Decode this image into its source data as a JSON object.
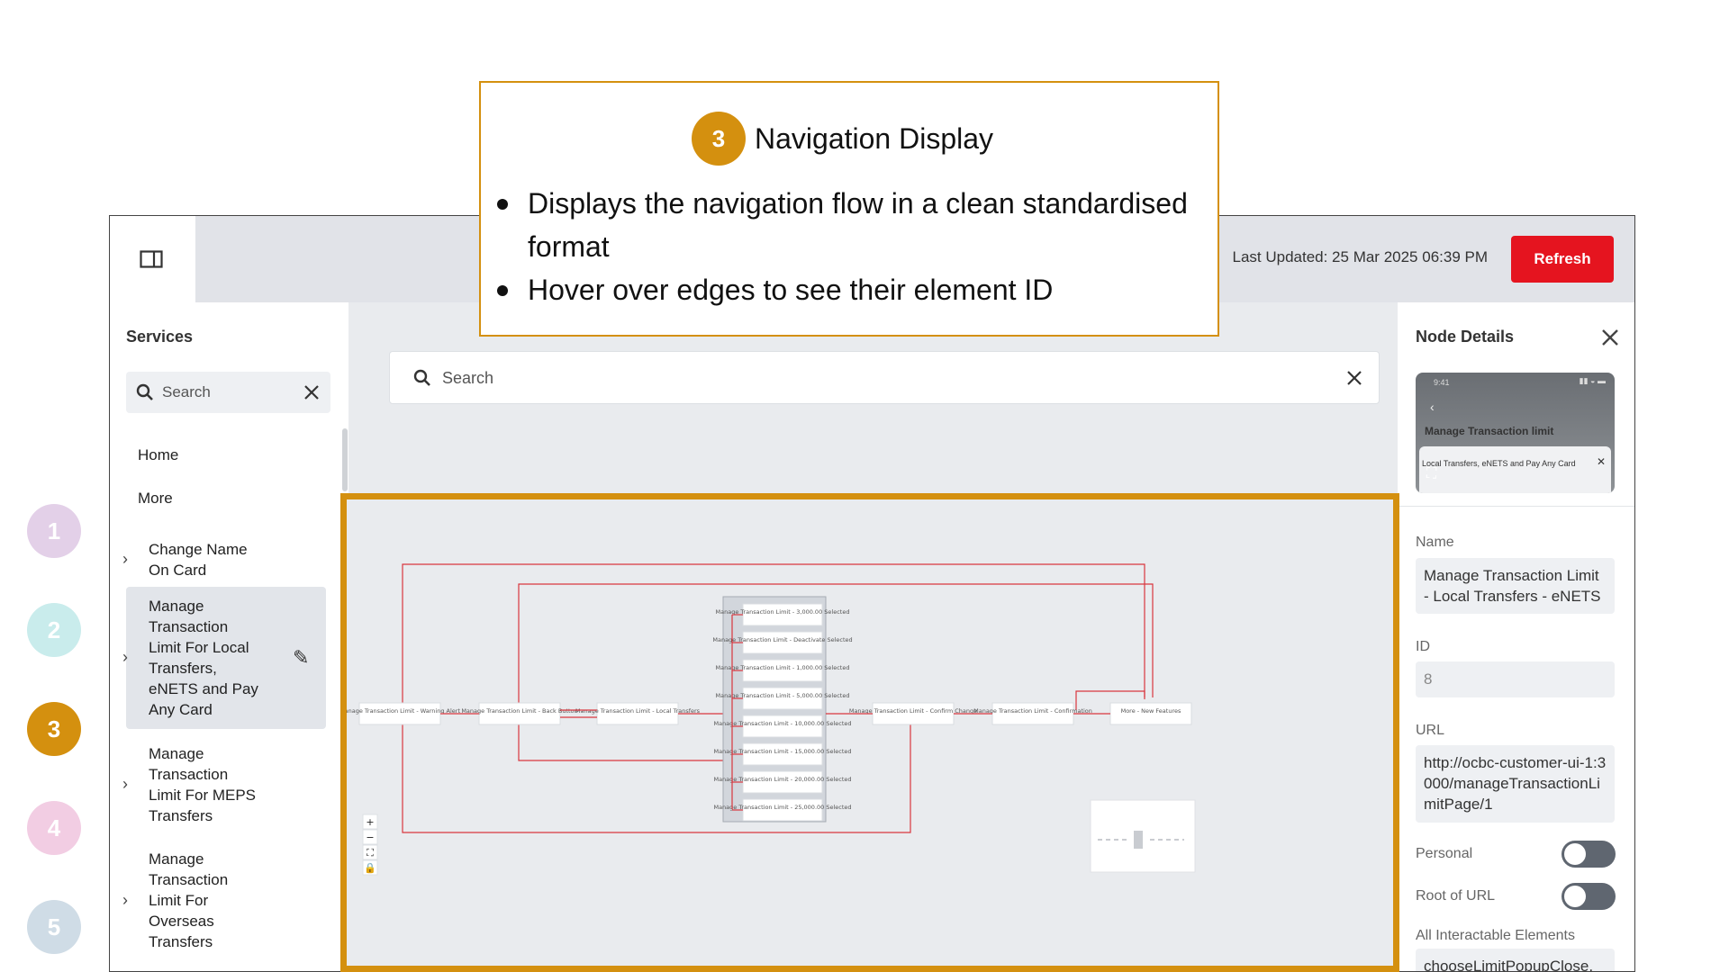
{
  "steps": [
    {
      "num": "1",
      "color": "#e3d0e8"
    },
    {
      "num": "2",
      "color": "#c9ecec"
    },
    {
      "num": "3",
      "color": "#d4900f"
    },
    {
      "num": "4",
      "color": "#f2cde3"
    },
    {
      "num": "5",
      "color": "#cfdce6"
    }
  ],
  "callout": {
    "badge": "3",
    "title": "Navigation Display",
    "bullets": [
      "Displays the navigation flow in a clean standardised format",
      "Hover over edges to see their element ID"
    ]
  },
  "header": {
    "last_updated": "Last Updated: 25 Mar 2025 06:39 PM",
    "refresh_label": "Refresh",
    "accent": "#e5141f"
  },
  "sidebar": {
    "title": "Services",
    "search_placeholder": "Search",
    "items": [
      {
        "label": "Home"
      },
      {
        "label": "More"
      },
      {
        "label": "Change Name\nOn Card"
      },
      {
        "label": "Manage\nTransaction\nLimit For Local\nTransfers,\neNETS and Pay\nAny Card"
      },
      {
        "label": "Manage\nTransaction\nLimit For MEPS\nTransfers"
      },
      {
        "label": "Manage\nTransaction\nLimit For\nOverseas\nTransfers"
      }
    ]
  },
  "main": {
    "search_placeholder": "Search",
    "graph": {
      "nodes_left": [
        "Manage Transaction Limit - Warning Alert",
        "Manage Transaction Limit - Back Button",
        "Manage Transaction Limit - Local Transfers"
      ],
      "group": [
        "Manage Transaction Limit - 3,000.00 Selected",
        "Manage Transaction Limit - Deactivate Selected",
        "Manage Transaction Limit - 1,000.00 Selected",
        "Manage Transaction Limit - 5,000.00 Selected",
        "Manage Transaction Limit - 10,000.00 Selected",
        "Manage Transaction Limit - 15,000.00 Selected",
        "Manage Transaction Limit - 20,000.00 Selected",
        "Manage Transaction Limit - 25,000.00 Selected"
      ],
      "nodes_right": [
        "Manage Transaction Limit - Confirm Change",
        "Manage Transaction Limit - Confirmation",
        "More - New Features"
      ],
      "controls": [
        "+",
        "−",
        "⛶",
        "🔒"
      ]
    }
  },
  "details": {
    "title": "Node Details",
    "preview": {
      "time": "9:41",
      "heading": "Manage Transaction limit",
      "subtitle": "Local Transfers, eNETS and Pay Any Card"
    },
    "name_label": "Name",
    "name_value": "Manage Transaction Limit - Local Transfers - eNETS",
    "id_label": "ID",
    "id_value": "8",
    "url_label": "URL",
    "url_value": "http://ocbc-customer-ui-1:3000/manageTransactionLimitPage/1",
    "personal_label": "Personal",
    "root_label": "Root of URL",
    "elements_label": "All Interactable Elements",
    "elements_value": "chooseLimitPopupClose,"
  }
}
